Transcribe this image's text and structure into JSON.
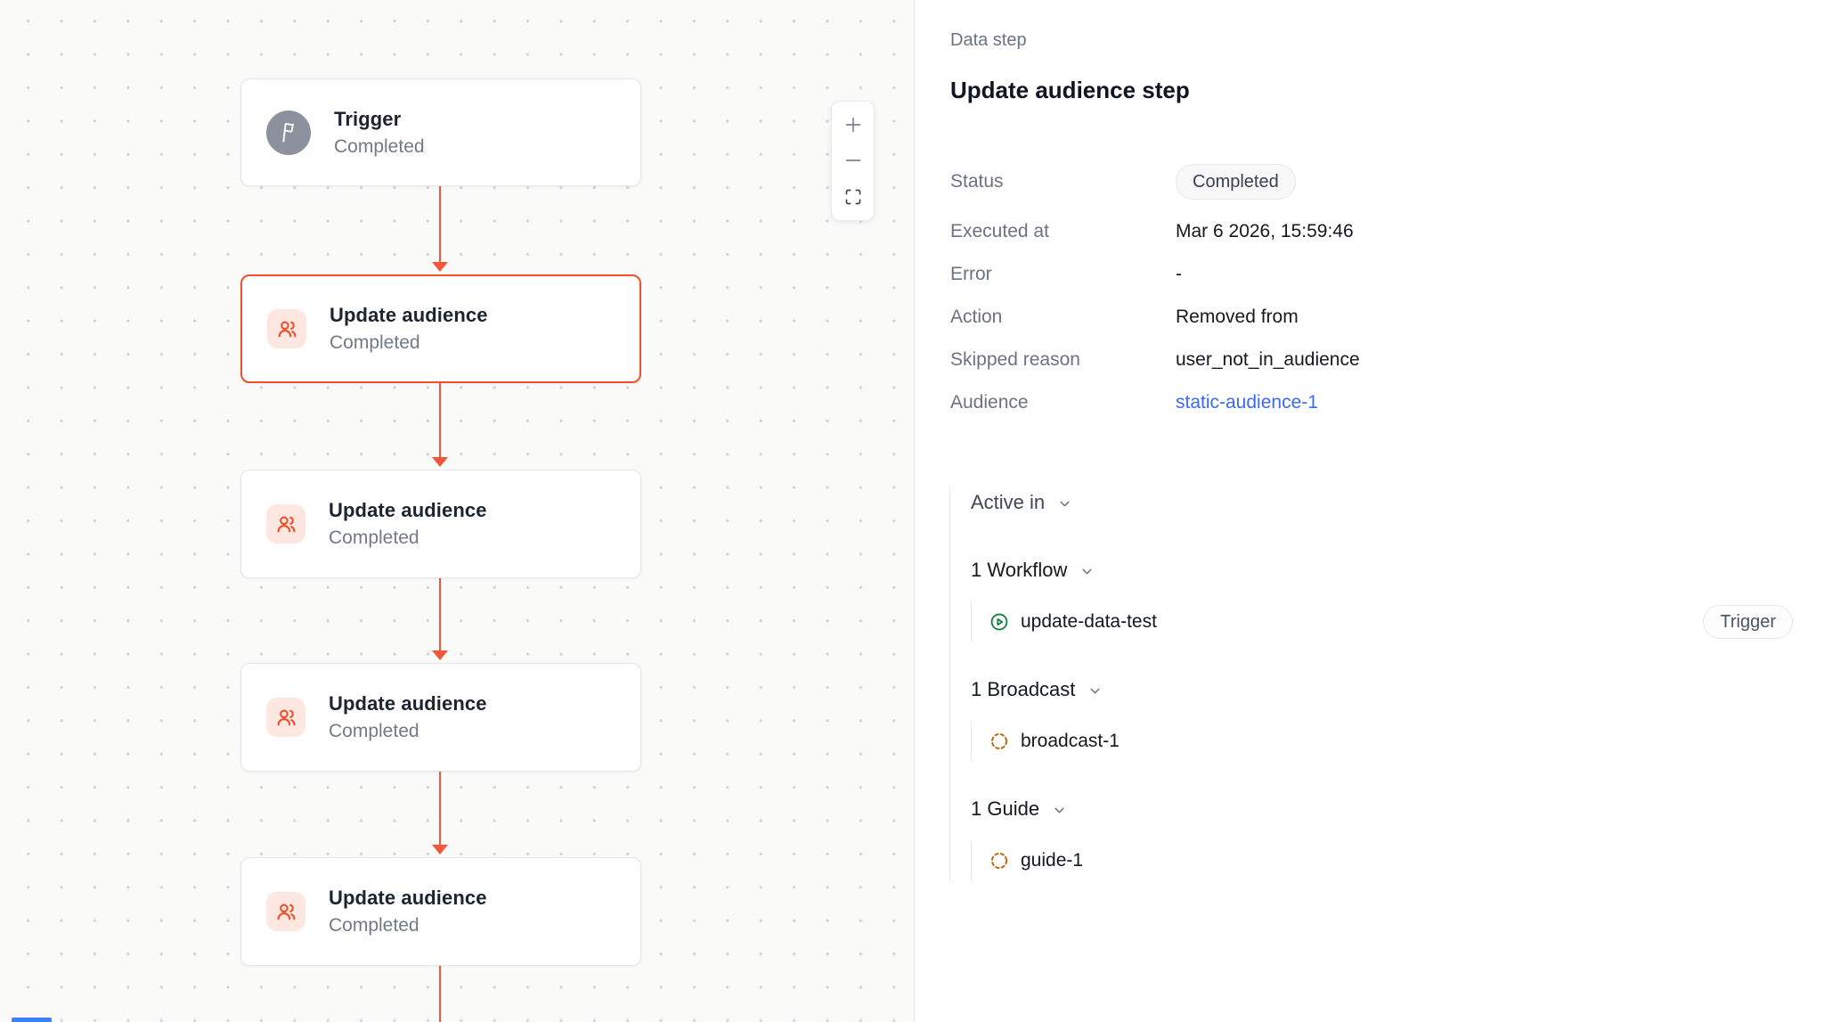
{
  "canvas": {
    "nodes": [
      {
        "title": "Trigger",
        "status": "Completed",
        "icon": "flag-icon",
        "selected": false
      },
      {
        "title": "Update audience",
        "status": "Completed",
        "icon": "users-icon",
        "selected": true
      },
      {
        "title": "Update audience",
        "status": "Completed",
        "icon": "users-icon",
        "selected": false
      },
      {
        "title": "Update audience",
        "status": "Completed",
        "icon": "users-icon",
        "selected": false
      },
      {
        "title": "Update audience",
        "status": "Completed",
        "icon": "users-icon",
        "selected": false
      }
    ],
    "zoom_controls": {
      "zoom_in": "plus-icon",
      "zoom_out": "minus-icon",
      "fit_view": "maximize-icon"
    }
  },
  "panel": {
    "eyebrow": "Data step",
    "title": "Update audience step",
    "details": [
      {
        "label": "Status",
        "value": "Completed",
        "type": "badge"
      },
      {
        "label": "Executed at",
        "value": "Mar 6 2026, 15:59:46",
        "type": "text"
      },
      {
        "label": "Error",
        "value": "-",
        "type": "text"
      },
      {
        "label": "Action",
        "value": "Removed from",
        "type": "text"
      },
      {
        "label": "Skipped reason",
        "value": "user_not_in_audience",
        "type": "text"
      },
      {
        "label": "Audience",
        "value": "static-audience-1",
        "type": "link"
      }
    ],
    "active_in": {
      "label": "Active in",
      "groups": [
        {
          "label": "1 Workflow",
          "item": {
            "name": "update-data-test",
            "icon": "play-circle-icon",
            "badge": "Trigger"
          }
        },
        {
          "label": "1 Broadcast",
          "item": {
            "name": "broadcast-1",
            "icon": "dashed-circle-icon"
          }
        },
        {
          "label": "1 Guide",
          "item": {
            "name": "guide-1",
            "icon": "dashed-circle-icon"
          }
        }
      ]
    }
  },
  "colors": {
    "accent_red": "#f0502c",
    "edge_red": "#f2573a",
    "icon_peach_bg": "#fde7e0",
    "trigger_gray": "#8b929d",
    "link_blue": "#3a6af4",
    "canvas_bg": "#fafaf8",
    "green_workflow": "#15803d",
    "amber_dashed": "#bf6a0a"
  }
}
